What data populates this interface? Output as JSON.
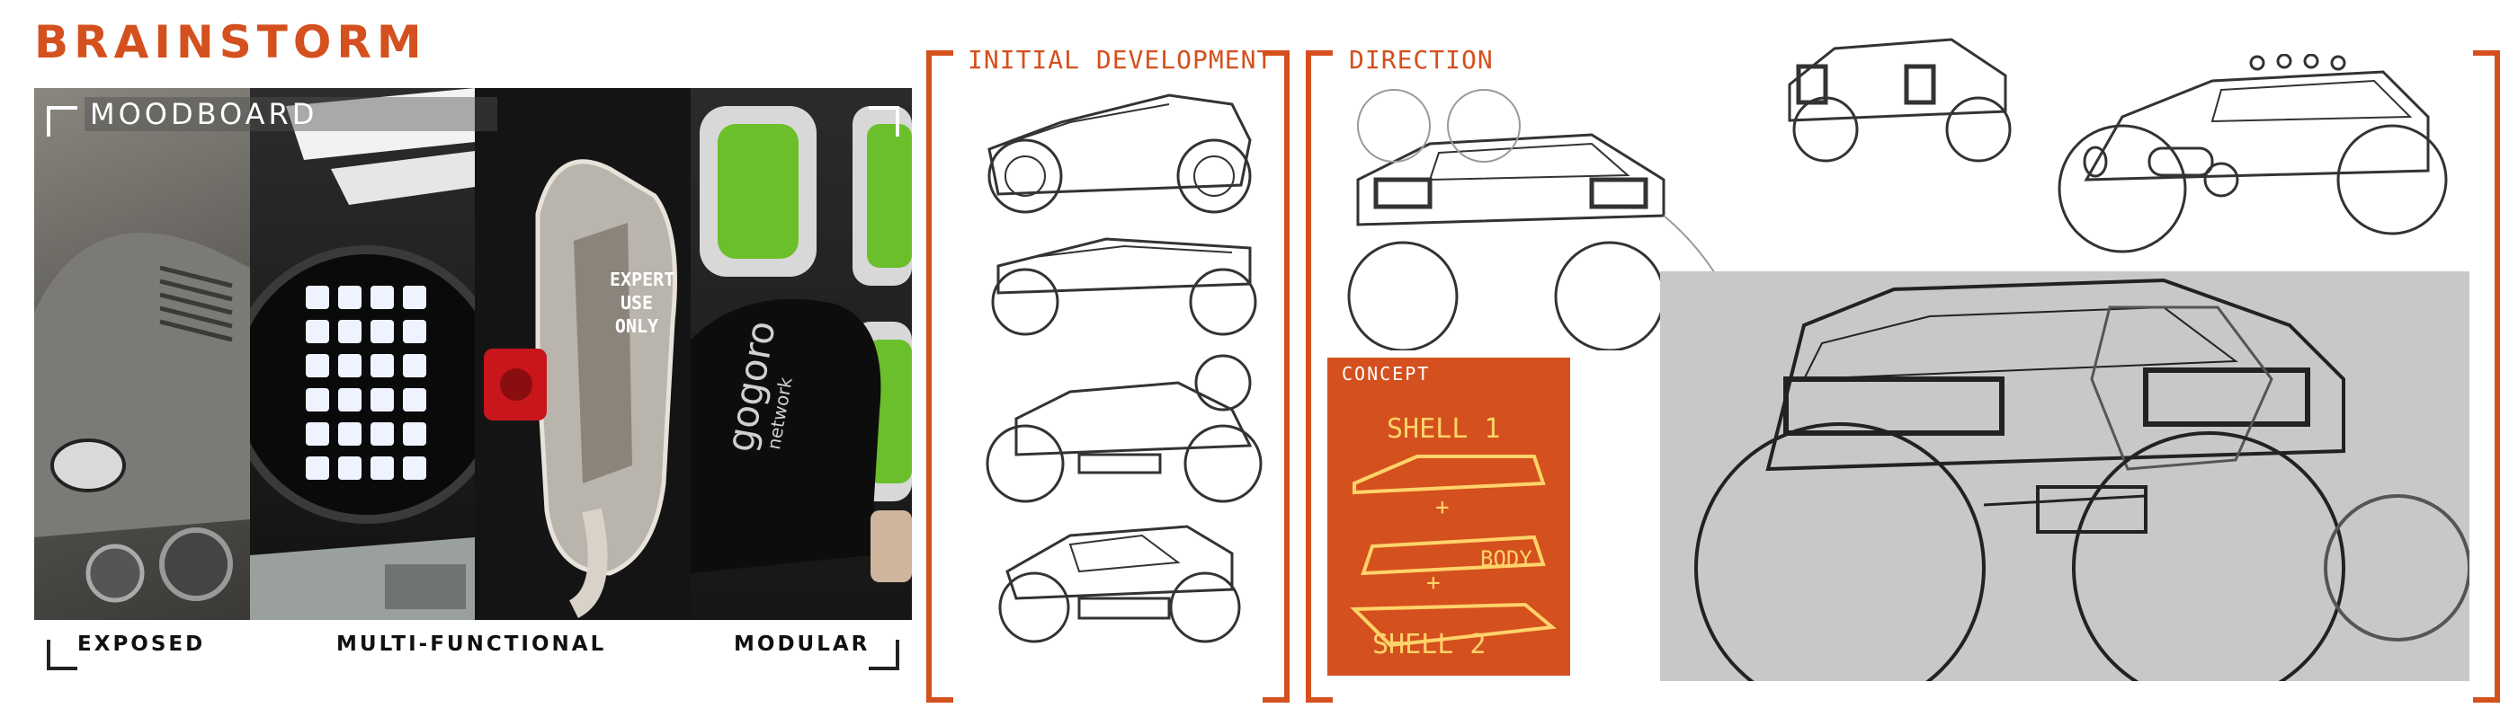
{
  "title": "BRAINSTORM",
  "moodboard": {
    "label": "MOODBOARD",
    "captions": [
      "EXPOSED",
      "MULTI-FUNCTIONAL",
      "MODULAR"
    ],
    "panel_texts": {
      "expert_use_only": "EXPERT USE ONLY",
      "gogoro": "gogoro",
      "network": "network"
    }
  },
  "sections": {
    "initial_development": "INITIAL DEVELOPMENT",
    "direction": "DIRECTION"
  },
  "concept": {
    "label": "CONCEPT",
    "shell1": "SHELL 1",
    "plus1": "+",
    "plus2": "+",
    "body": "BODY",
    "shell2": "SHELL 2"
  },
  "colors": {
    "accent": "#d4501e",
    "concept_sketch": "#ffd36a",
    "sketch_bg": "#c8c8c8",
    "moodboard_green": "#6bbf2a",
    "clip_red": "#c8161c"
  },
  "icons": [
    "car-sketch",
    "light-matrix",
    "carabiner",
    "battery-pack"
  ]
}
